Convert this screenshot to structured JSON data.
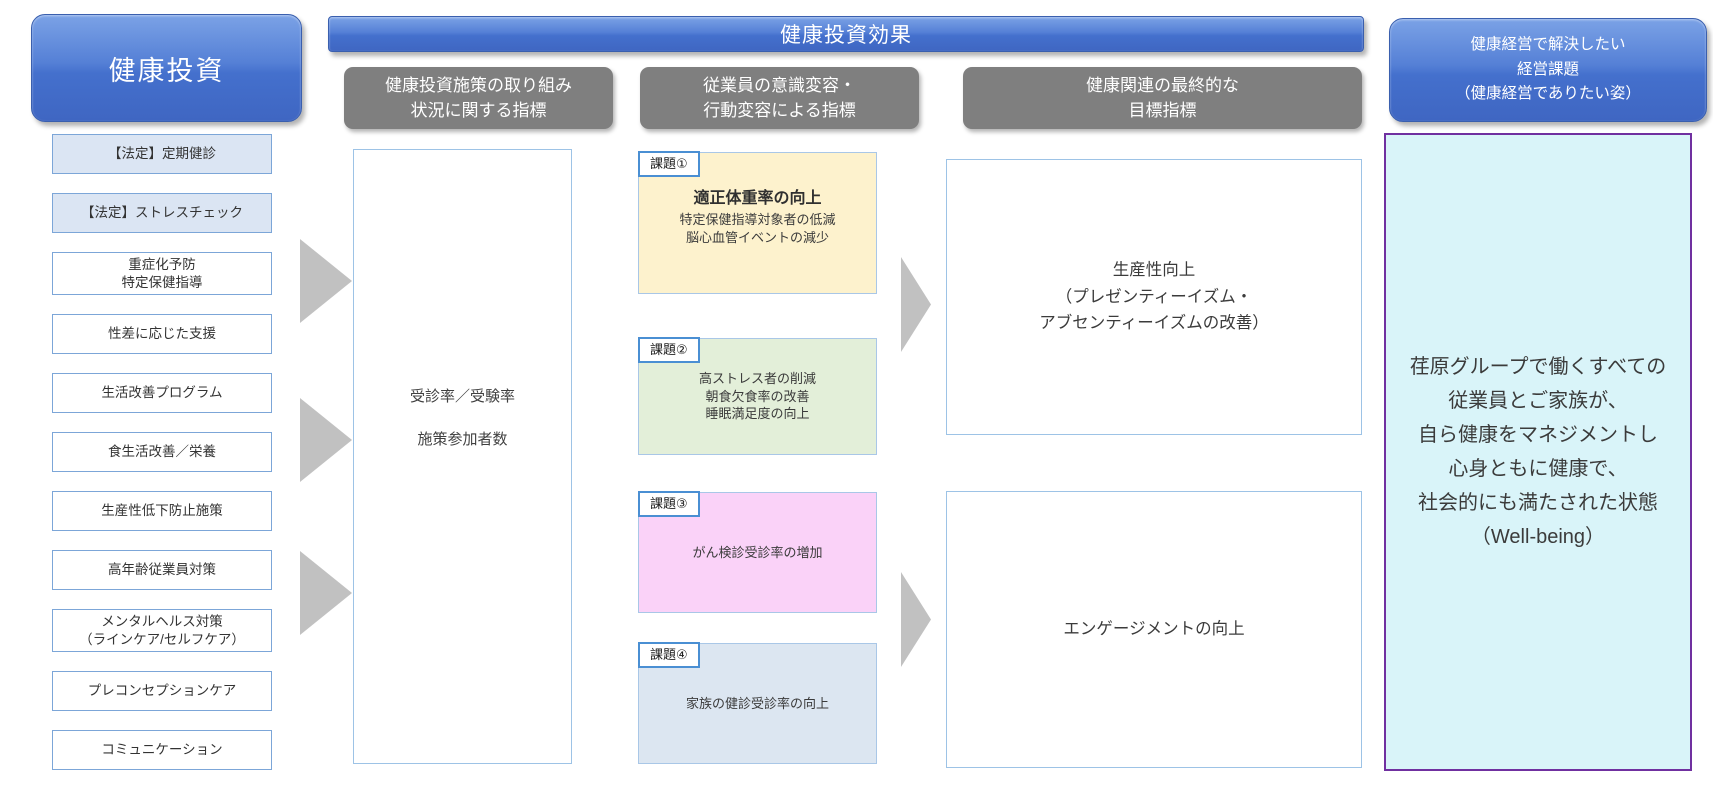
{
  "left_panel": {
    "title": "健康投資",
    "items": [
      {
        "label": "【法定】定期健診"
      },
      {
        "label": "【法定】ストレスチェック"
      },
      {
        "label": "重症化予防\n特定保健指導"
      },
      {
        "label": "性差に応じた支援"
      },
      {
        "label": "生活改善プログラム"
      },
      {
        "label": "食生活改善／栄養"
      },
      {
        "label": "生産性低下防止施策"
      },
      {
        "label": "高年齢従業員対策"
      },
      {
        "label": "メンタルヘルス対策\n（ラインケア/セルフケア）"
      },
      {
        "label": "プレコンセプションケア"
      },
      {
        "label": "コミュニケーション"
      }
    ]
  },
  "effect_section": {
    "banner": "健康投資効果",
    "column_headers": [
      "健康投資施策の取り組み\n状況に関する指標",
      "従業員の意識変容・\n行動変容による指標",
      "健康関連の最終的な\n目標指標"
    ],
    "metrics": {
      "lines": [
        "受診率／受験率",
        "施策参加者数"
      ]
    },
    "issues": [
      {
        "tag": "課題①",
        "title": "適正体重率の向上",
        "body": "特定保健指導対象者の低減\n脳心血管イベントの減少",
        "bg": "#fdf2cd"
      },
      {
        "tag": "課題②",
        "body": "高ストレス者の削減\n朝食欠食率の改善\n睡眠満足度の向上",
        "bg": "#e3efd9"
      },
      {
        "tag": "課題③",
        "body": "がん検診受診率の増加",
        "bg": "#fad2f8"
      },
      {
        "tag": "課題④",
        "body": "家族の健診受診率の向上",
        "bg": "#dce6f1"
      }
    ],
    "goals": [
      {
        "text": "生産性向上\n（プレゼンティーイズム・\nアブセンティーイズムの改善）"
      },
      {
        "text": "エンゲージメントの向上"
      }
    ]
  },
  "right_panel": {
    "header": "健康経営で解決したい\n経営課題\n（健康経営でありたい姿）",
    "body": "荏原グループで働くすべての\n従業員とご家族が、\n自ら健康をマネジメントし\n心身ともに健康で、\n社会的にも満たされた状態\n（Well-being）"
  },
  "colors": {
    "primary_blue": "#4470cd",
    "header_gray": "#7f7f7f",
    "box_border_blue": "#9dc3e6",
    "filled_item_bg": "#dbe5f3",
    "issue1_bg": "#fdf2cd",
    "issue2_bg": "#e3efd9",
    "issue3_bg": "#fad2f8",
    "issue4_bg": "#dce6f1",
    "arrow_gray": "#c1c1c1",
    "wellbeing_bg": "#d9f4f9",
    "wellbeing_border": "#7030a0"
  }
}
